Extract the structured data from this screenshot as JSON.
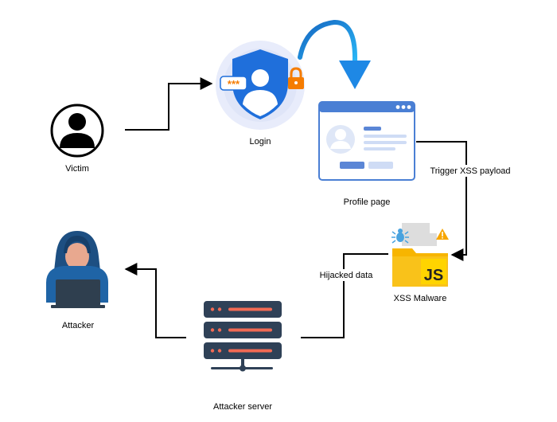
{
  "nodes": {
    "victim": {
      "label": "Victim",
      "icon": "user-avatar-icon"
    },
    "login": {
      "label": "Login",
      "icon": "shield-user-lock-icon",
      "password_mask": "***"
    },
    "profile": {
      "label": "Profile page",
      "icon": "browser-profile-card-icon"
    },
    "malware": {
      "label": "XSS Malware",
      "icon": "js-folder-bug-icon",
      "badge": "JS"
    },
    "server": {
      "label": "Attacker server",
      "icon": "server-rack-icon"
    },
    "attacker": {
      "label": "Attacker",
      "icon": "hooded-hacker-laptop-icon"
    }
  },
  "edges": {
    "victim_to_login": {
      "label": ""
    },
    "login_to_profile": {
      "label": ""
    },
    "profile_to_malware": {
      "label": "Trigger XSS payload"
    },
    "malware_to_server": {
      "label": "Hijacked data"
    },
    "server_to_attacker": {
      "label": ""
    }
  },
  "colors": {
    "connector": "#000000",
    "curved_arrow": "#1e88e5",
    "shield_blue": "#1f6fdb",
    "halo": "#e8ecfb",
    "lock_orange": "#f57c00",
    "browser_outline": "#4a7fd4",
    "folder_yellow": "#f7b500",
    "js_badge": "#ffd400",
    "server_body": "#2f4157",
    "server_bar": "#f26a54",
    "hacker_hood": "#1d4f82",
    "laptop": "#2f3f4f"
  }
}
